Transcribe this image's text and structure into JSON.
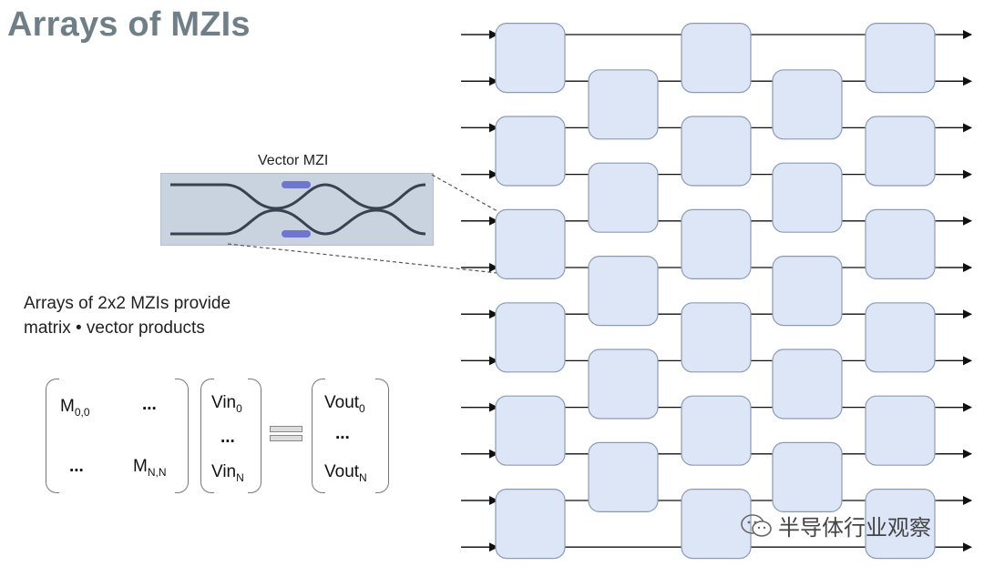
{
  "title": "Arrays of MZIs",
  "inset": {
    "label": "Vector MZI"
  },
  "caption": {
    "line1": "Arrays of 2x2 MZIs provide",
    "line2": "matrix • vector products"
  },
  "equation": {
    "m00": "M",
    "m00_sub": "0,0",
    "m01": "...",
    "m10": "...",
    "mnn": "M",
    "mnn_sub": "N,N",
    "vin0": "Vin",
    "vin0_sub": "0",
    "vin_dots": "...",
    "vinn": "Vin",
    "vinn_sub": "N",
    "vout0": "Vout",
    "vout0_sub": "0",
    "vout_dots": "...",
    "voutn": "Vout",
    "voutn_sub": "N"
  },
  "mesh": {
    "waveguides": 12,
    "columns": 5,
    "box_fill": "#dce6f7",
    "box_stroke": "#8c9bb4"
  },
  "watermark": "半导体行业观察"
}
